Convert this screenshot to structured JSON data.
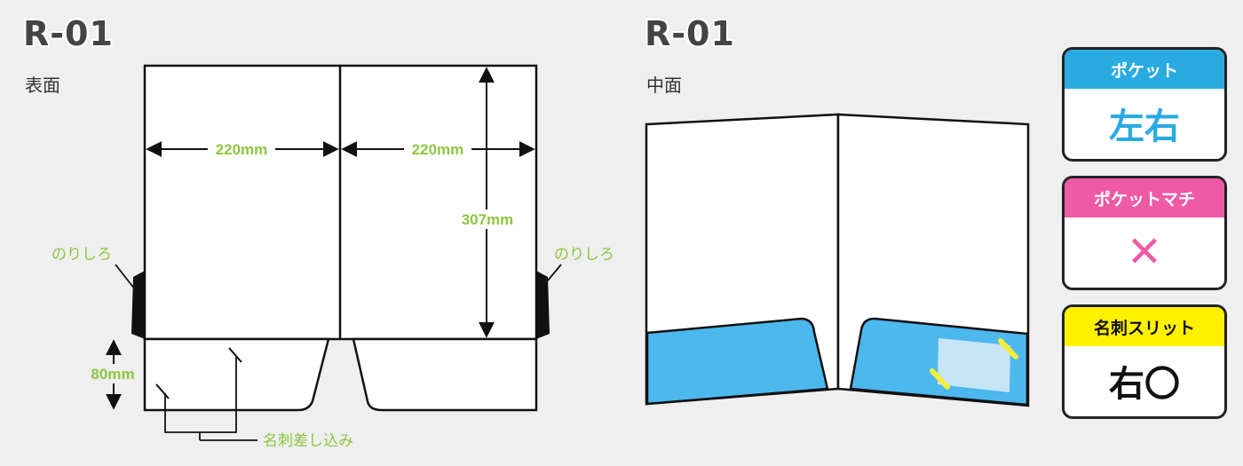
{
  "front": {
    "model": "R-01",
    "side": "表面"
  },
  "inside": {
    "model": "R-01",
    "side": "中面"
  },
  "dimensions": {
    "width_left": "220mm",
    "width_right": "220mm",
    "height": "307mm",
    "pocket_height": "80mm"
  },
  "labels": {
    "glue_left": "のりしろ",
    "glue_right": "のりしろ",
    "card_slot": "名刺差し込み"
  },
  "spec_cards": [
    {
      "title": "ポケット",
      "value": "左右",
      "header_color": "#29abe2",
      "value_color": "#29abe2"
    },
    {
      "title": "ポケットマチ",
      "value": "✕",
      "header_color": "#ee5aa5",
      "value_color": "#ee5aa5"
    },
    {
      "title": "名刺スリット",
      "value": "右〇",
      "header_color": "#fff100",
      "value_color": "#111"
    }
  ]
}
